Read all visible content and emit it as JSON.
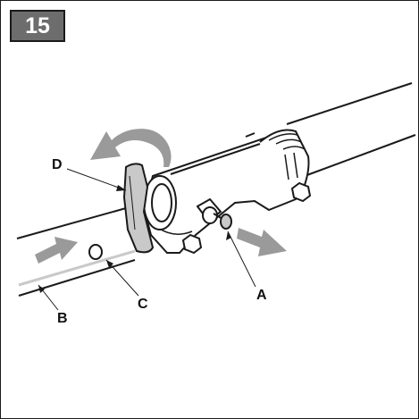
{
  "figure": {
    "step_number": "15",
    "callouts": {
      "a": "A",
      "b": "B",
      "c": "C",
      "d": "D"
    }
  },
  "colors": {
    "outline": "#1a1a1a",
    "badge_fill": "#6d6d6d",
    "arrow_fill": "#9a9a9a",
    "shading": "#c9c9c9"
  },
  "icons": {
    "rotate_arrow": "counterclockwise-rotate-arrow",
    "insert_arrow": "right-push-arrow",
    "pull_arrow": "right-pull-arrow"
  }
}
